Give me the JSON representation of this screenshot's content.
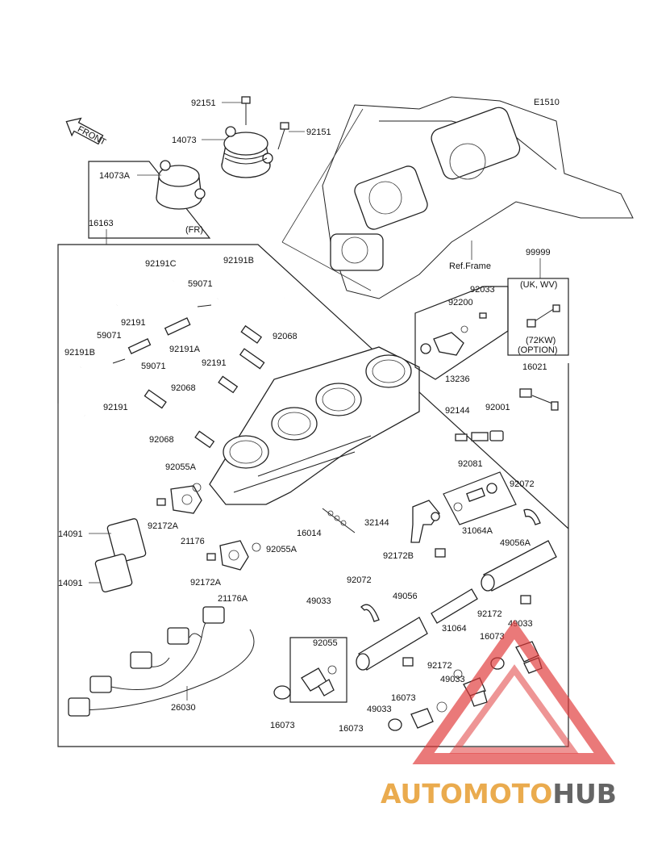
{
  "diagram_code": "E1510",
  "front_label": "FRONT",
  "fr_label": "(FR)",
  "ref_frame": "Ref.Frame",
  "option_top": "(UK, WV)",
  "option_mid": "(72KW)",
  "option_bot": "(OPTION)",
  "watermark": {
    "part1": "AUTOMOTO",
    "part2": "HUB",
    "color1": "#e8a23b",
    "color2": "#555555",
    "triangle": "#e03a3a"
  },
  "labels": {
    "p92151a": "92151",
    "p14073": "14073",
    "p92151b": "92151",
    "p14073A": "14073A",
    "p16163": "16163",
    "p92191C": "92191C",
    "p92191B_top": "92191B",
    "p59071a": "59071",
    "p92191a": "92191",
    "p59071b": "59071",
    "p92191A": "92191A",
    "p92068a": "92068",
    "p59071c": "59071",
    "p92191b": "92191",
    "p92191B_left": "92191B",
    "p92068b": "92068",
    "p92191c": "92191",
    "p92068c": "92068",
    "p92055A_a": "92055A",
    "p92172A_a": "92172A",
    "p21176": "21176",
    "p92055A_b": "92055A",
    "p92172A_b": "92172A",
    "p21176A": "21176A",
    "p14091a": "14091",
    "p14091b": "14091",
    "p26030": "26030",
    "p16073a": "16073",
    "p16014": "16014",
    "p92033": "92033",
    "p92200": "92200",
    "p99999": "99999",
    "p13236": "13236",
    "p16021": "16021",
    "p92144": "92144",
    "p92001": "92001",
    "p92081": "92081",
    "p92072a": "92072",
    "p32144": "32144",
    "p31064A": "31064A",
    "p92172B": "92172B",
    "p49056A": "49056A",
    "p92072b": "92072",
    "p49056": "49056",
    "p49033a": "49033",
    "p31064": "31064",
    "p92172a": "92172",
    "p49033b": "49033",
    "p92055": "92055",
    "p16073b": "16073",
    "p92172b": "92172",
    "p49033c": "49033",
    "p16073c": "16073",
    "p49033d": "49033",
    "p16073d": "16073"
  }
}
